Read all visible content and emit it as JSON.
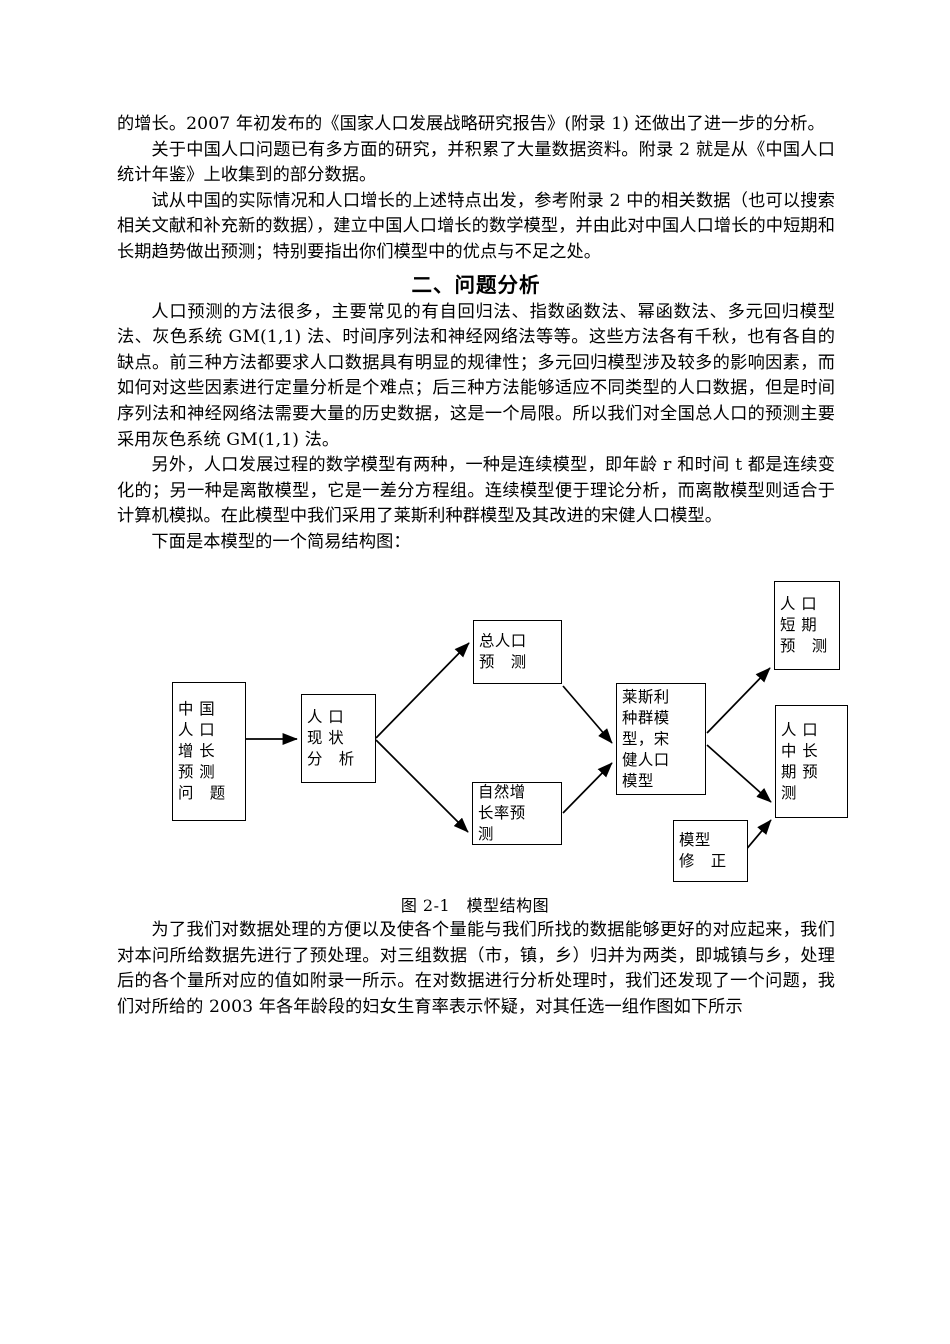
{
  "document": {
    "paragraphs_top": [
      "的增长。2007 年初发布的《国家人口发展战略研究报告》(附录 1) 还做出了进一步的分析。",
      "关于中国人口问题已有多方面的研究，并积累了大量数据资料。附录 2 就是从《中国人口统计年鉴》上收集到的部分数据。",
      "试从中国的实际情况和人口增长的上述特点出发，参考附录 2 中的相关数据（也可以搜索相关文献和补充新的数据），建立中国人口增长的数学模型，并由此对中国人口增长的中短期和长期趋势做出预测；特别要指出你们模型中的优点与不足之处。"
    ],
    "section_heading": "二、问题分析",
    "paragraphs_mid": [
      "人口预测的方法很多，主要常见的有自回归法、指数函数法、幂函数法、多元回归模型法、灰色系统 GM(1,1) 法、时间序列法和神经网络法等等。这些方法各有千秋，也有各自的缺点。前三种方法都要求人口数据具有明显的规律性；多元回归模型涉及较多的影响因素，而如何对这些因素进行定量分析是个难点；后三种方法能够适应不同类型的人口数据，但是时间序列法和神经网络法需要大量的历史数据，这是一个局限。所以我们对全国总人口的预测主要采用灰色系统 GM(1,1) 法。",
      "另外，人口发展过程的数学模型有两种，一种是连续模型，即年龄 r 和时间 t 都是连续变化的；另一种是离散模型，它是一差分方程组。连续模型便于理论分析，而离散模型则适合于计算机模拟。在此模型中我们采用了莱斯利种群模型及其改进的宋健人口模型。",
      "下面是本模型的一个简易结构图："
    ],
    "figure_caption": "图 2-1　模型结构图",
    "paragraphs_bottom": [
      "为了我们对数据处理的方便以及使各个量能与我们所找的数据能够更好的对应起来，我们对本问所给数据先进行了预处理。对三组数据（市，镇，乡）归并为两类，即城镇与乡，处理后的各个量所对应的值如附录一所示。在对数据进行分析处理时，我们还发现了一个问题，我们对所给的 2003 年各年龄段的妇女生育率表示怀疑，对其任选一组作图如下所示"
    ]
  },
  "flowchart": {
    "nodes": {
      "problem": "中 国\n人 口\n增 长\n预 测\n问　题",
      "analysis": "人 口\n现 状\n分　析",
      "total_population": "总人口\n预　测",
      "growth_rate": "自然增\n长率预\n测",
      "model": "莱斯利\n种群模\n型，宋\n健人口\n模型",
      "short_term": "人 口\n短 期\n预　测",
      "mid_long_term": "人 口\n中 长\n期 预\n测",
      "model_revision": "模型\n修　正"
    },
    "arrow_color": "#000000"
  }
}
